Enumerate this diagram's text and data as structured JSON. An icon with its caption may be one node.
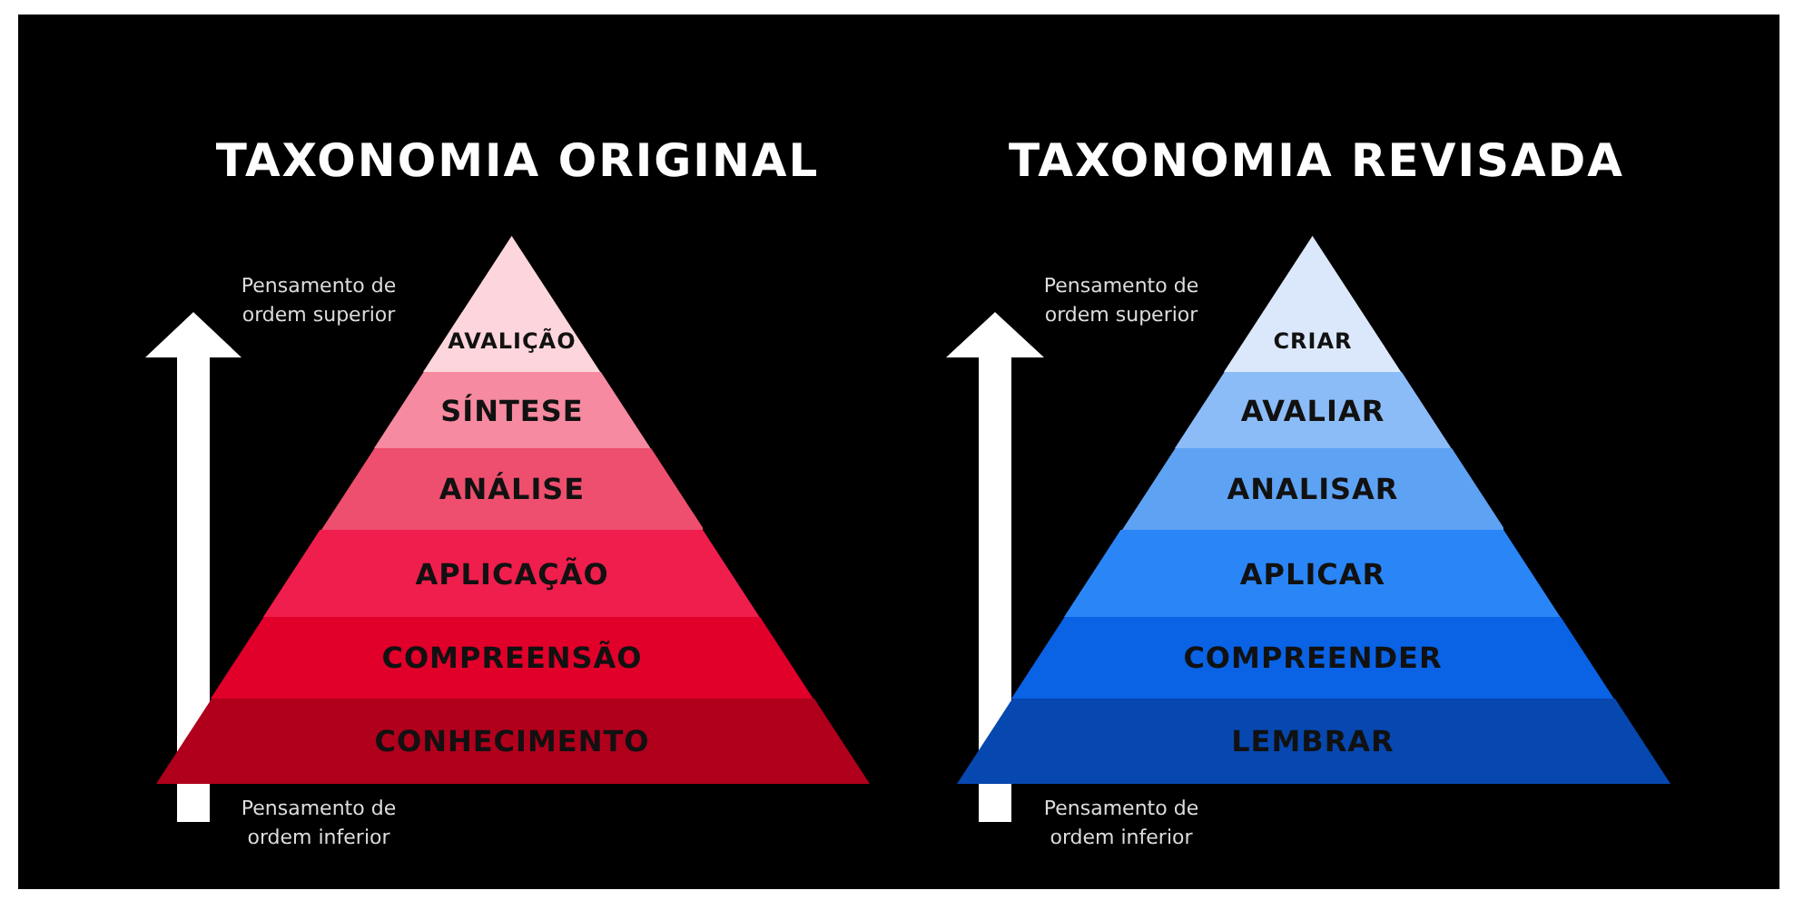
{
  "diagram": {
    "nodes": [
      {
        "text": [
          "AVALIÇÃO"
        ]
      },
      {
        "text": [
          "SÍNTESE"
        ]
      },
      {
        "text": [
          "ANÁLISE"
        ]
      },
      {
        "text": [
          "APLICAÇÃO"
        ]
      },
      {
        "text": [
          "COMPREENSÃO"
        ]
      },
      {
        "text": [
          "CONHECIMENTO"
        ]
      },
      {
        "text": [
          "CRIAR"
        ]
      },
      {
        "text": [
          "AVALIAR"
        ]
      },
      {
        "text": [
          "ANALISAR"
        ]
      },
      {
        "text": [
          "APLICAR"
        ]
      },
      {
        "text": [
          "COMPREENDER"
        ]
      },
      {
        "text": [
          "LEMBRAR"
        ]
      }
    ],
    "labels": [
      "TAXONOMIA ORIGINAL",
      "TAXONOMIA REVISADA",
      "Pensamento de ordem superior",
      "Pensamento de ordem superior",
      "Pensamento de ordem inferior",
      "Pensamento de ordem inferior"
    ]
  }
}
